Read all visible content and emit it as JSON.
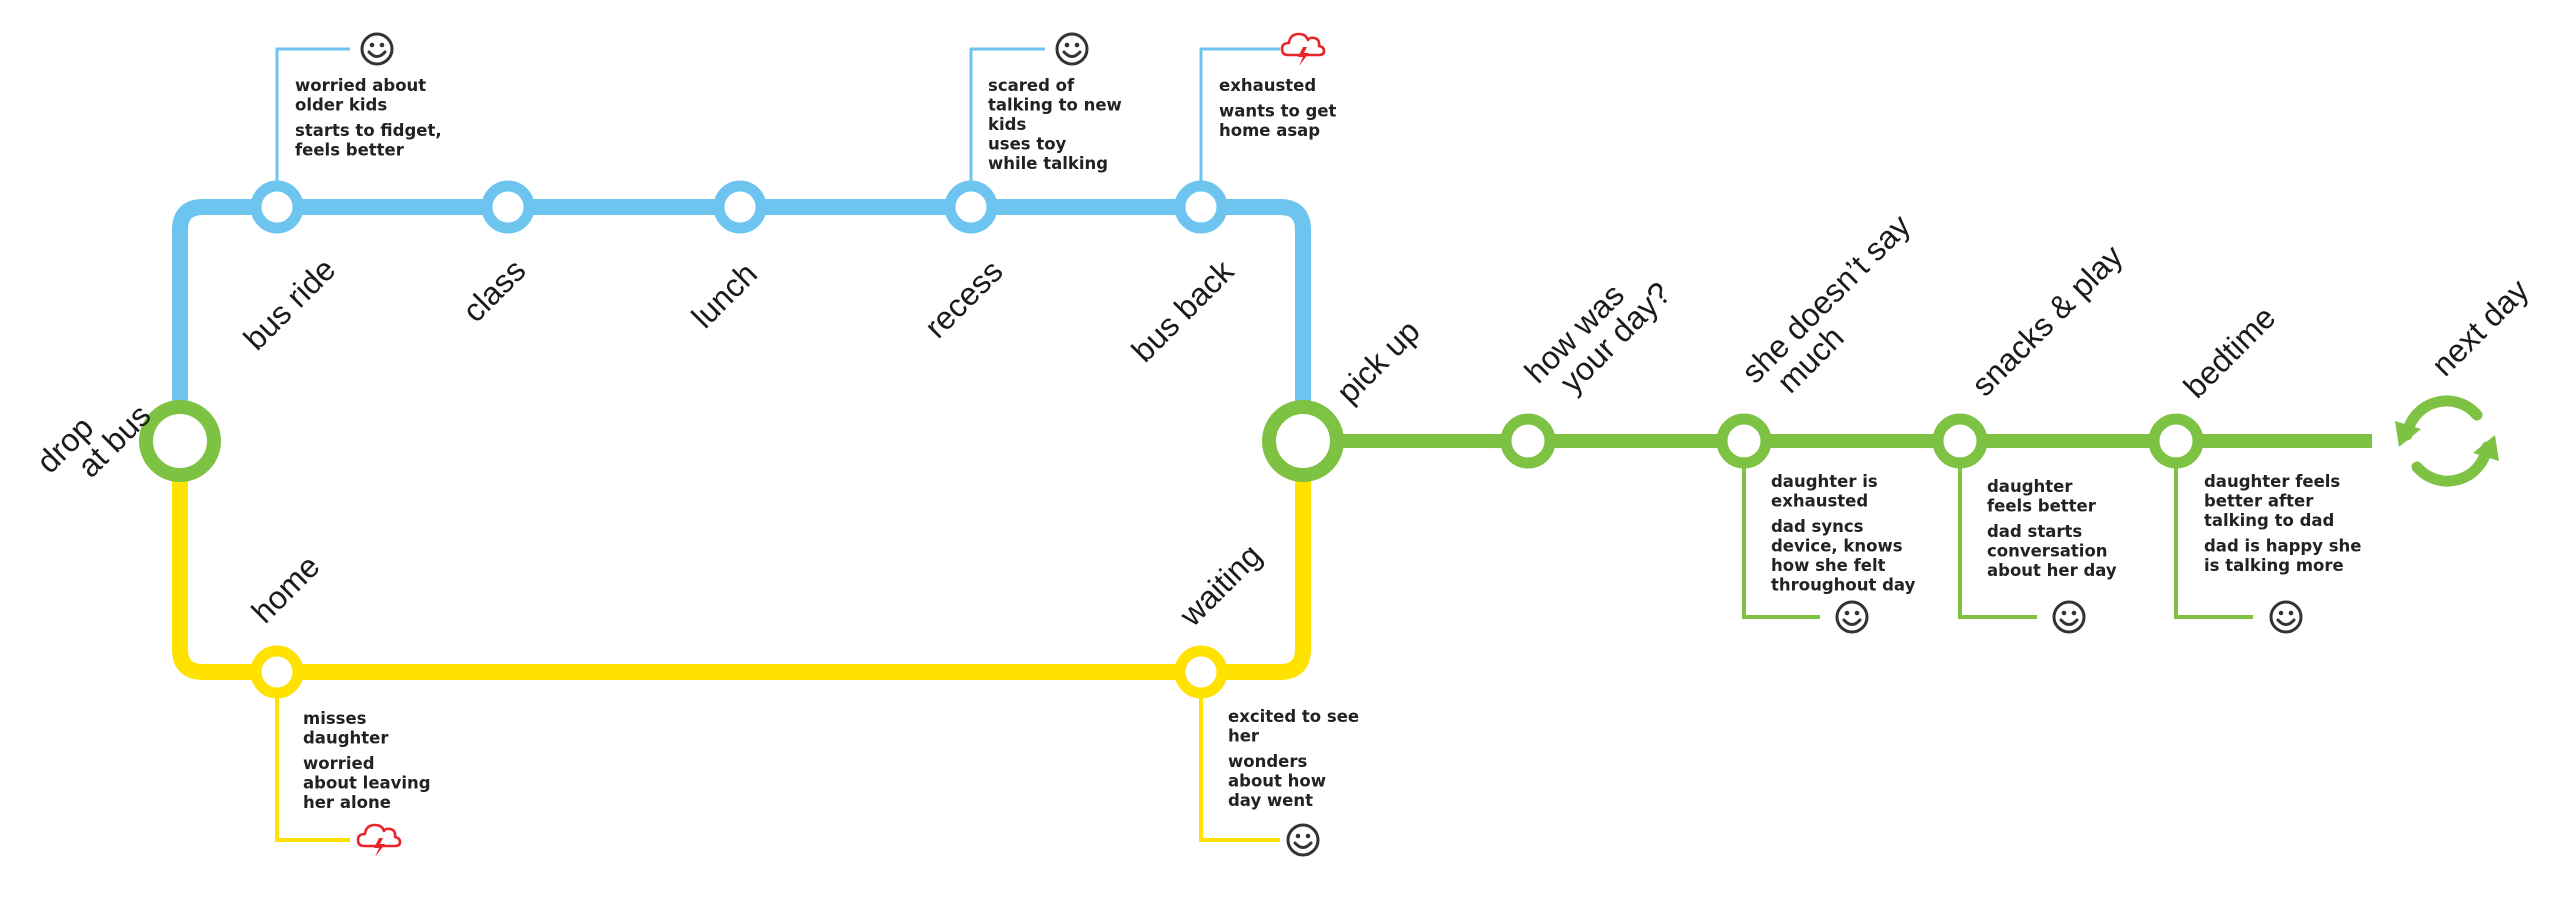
{
  "colors": {
    "blue_line": "#6cc4ef",
    "green_line": "#7dc242",
    "yellow_line": "#ffe200",
    "happy_icon": "#333333",
    "storm_icon": "#e8262a",
    "text": "#1a1a1a"
  },
  "stations": {
    "drop_at_bus": {
      "label_lines": [
        "drop",
        "at bus"
      ]
    },
    "bus_ride": {
      "label": "bus ride"
    },
    "class": {
      "label": "class"
    },
    "lunch": {
      "label": "lunch"
    },
    "recess": {
      "label": "recess"
    },
    "bus_back": {
      "label": "bus back"
    },
    "pick_up": {
      "label": "pick up"
    },
    "home": {
      "label": "home"
    },
    "waiting": {
      "label": "waiting"
    },
    "how_was_your_day": {
      "label_lines": [
        "how was",
        "your day?"
      ]
    },
    "she_doesnt_say_much": {
      "label_lines": [
        "she doesn’t say",
        "much"
      ]
    },
    "snacks_and_play": {
      "label": "snacks & play"
    },
    "bedtime": {
      "label": "bedtime"
    },
    "next_day": {
      "label": "next day"
    }
  },
  "notes": {
    "bus_ride": {
      "icon": "happy-face-icon",
      "groups": [
        [
          "worried about",
          "older kids"
        ],
        [
          "starts to fidget,",
          "feels better"
        ]
      ]
    },
    "recess": {
      "icon": "happy-face-icon",
      "groups": [
        [
          "scared of",
          "talking to new",
          "kids",
          "uses toy",
          "while talking"
        ]
      ]
    },
    "bus_back": {
      "icon": "storm-cloud-icon",
      "groups": [
        [
          "exhausted"
        ],
        [
          "wants to get",
          "home asap"
        ]
      ]
    },
    "home": {
      "icon": "storm-cloud-icon",
      "groups": [
        [
          "misses",
          "daughter"
        ],
        [
          "worried",
          "about leaving",
          "her alone"
        ]
      ]
    },
    "waiting": {
      "icon": "happy-face-icon",
      "groups": [
        [
          "excited to see",
          "her"
        ],
        [
          "wonders",
          "about how",
          "day went"
        ]
      ]
    },
    "she_doesnt_say_much": {
      "icon": "happy-face-icon",
      "groups": [
        [
          "daughter is",
          "exhausted"
        ],
        [
          "dad syncs",
          "device, knows",
          "how she felt",
          "throughout day"
        ]
      ]
    },
    "snacks_and_play": {
      "icon": "happy-face-icon",
      "groups": [
        [
          "daughter",
          "feels better"
        ],
        [
          "dad starts",
          "conversation",
          "about her day"
        ]
      ]
    },
    "bedtime": {
      "icon": "happy-face-icon",
      "groups": [
        [
          "daughter feels",
          "better after",
          "talking to dad"
        ],
        [
          "dad is happy she",
          "is talking more"
        ]
      ]
    }
  },
  "icons": {
    "repeat": "refresh-arrows-icon",
    "happy": "happy-face-icon",
    "storm": "storm-cloud-icon"
  }
}
